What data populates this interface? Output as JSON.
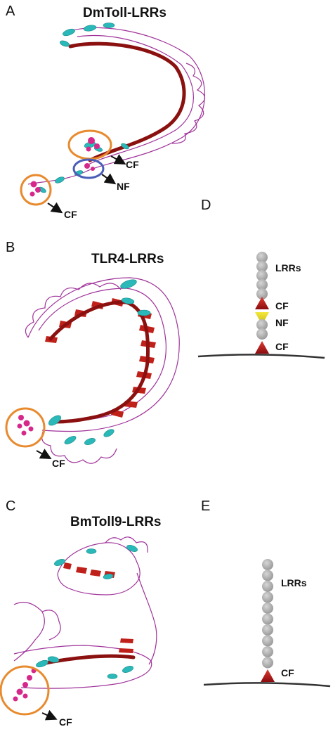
{
  "panels": {
    "A": {
      "letter": "A",
      "title": "DmToll-LRRs",
      "labels": {
        "cf1": "CF",
        "nf": "NF",
        "cf2": "CF"
      }
    },
    "B": {
      "letter": "B",
      "title": "TLR4-LRRs",
      "labels": {
        "cf": "CF"
      }
    },
    "C": {
      "letter": "C",
      "title": "BmToll9-LRRs",
      "labels": {
        "cf": "CF"
      }
    },
    "D": {
      "letter": "D",
      "labels": {
        "lrrs": "LRRs",
        "cf_top": "CF",
        "nf": "NF",
        "cf_bottom": "CF"
      },
      "lrr_counts": {
        "upper": 5,
        "lower": 2
      }
    },
    "E": {
      "letter": "E",
      "labels": {
        "lrrs": "LRRs",
        "cf": "CF"
      },
      "lrr_count": 10
    }
  },
  "colors": {
    "strand": "#c0201a",
    "helix": "#2ab8b8",
    "coil": "#a0339a",
    "ligand": "#d6288a",
    "circle_orange": "#e88a2e",
    "circle_blue": "#4a5db8",
    "lrr_bead": "#b3b3b3",
    "cf_triangle": "#b0141a",
    "nf_triangle": "#e0d21a",
    "membrane": "#333333"
  }
}
